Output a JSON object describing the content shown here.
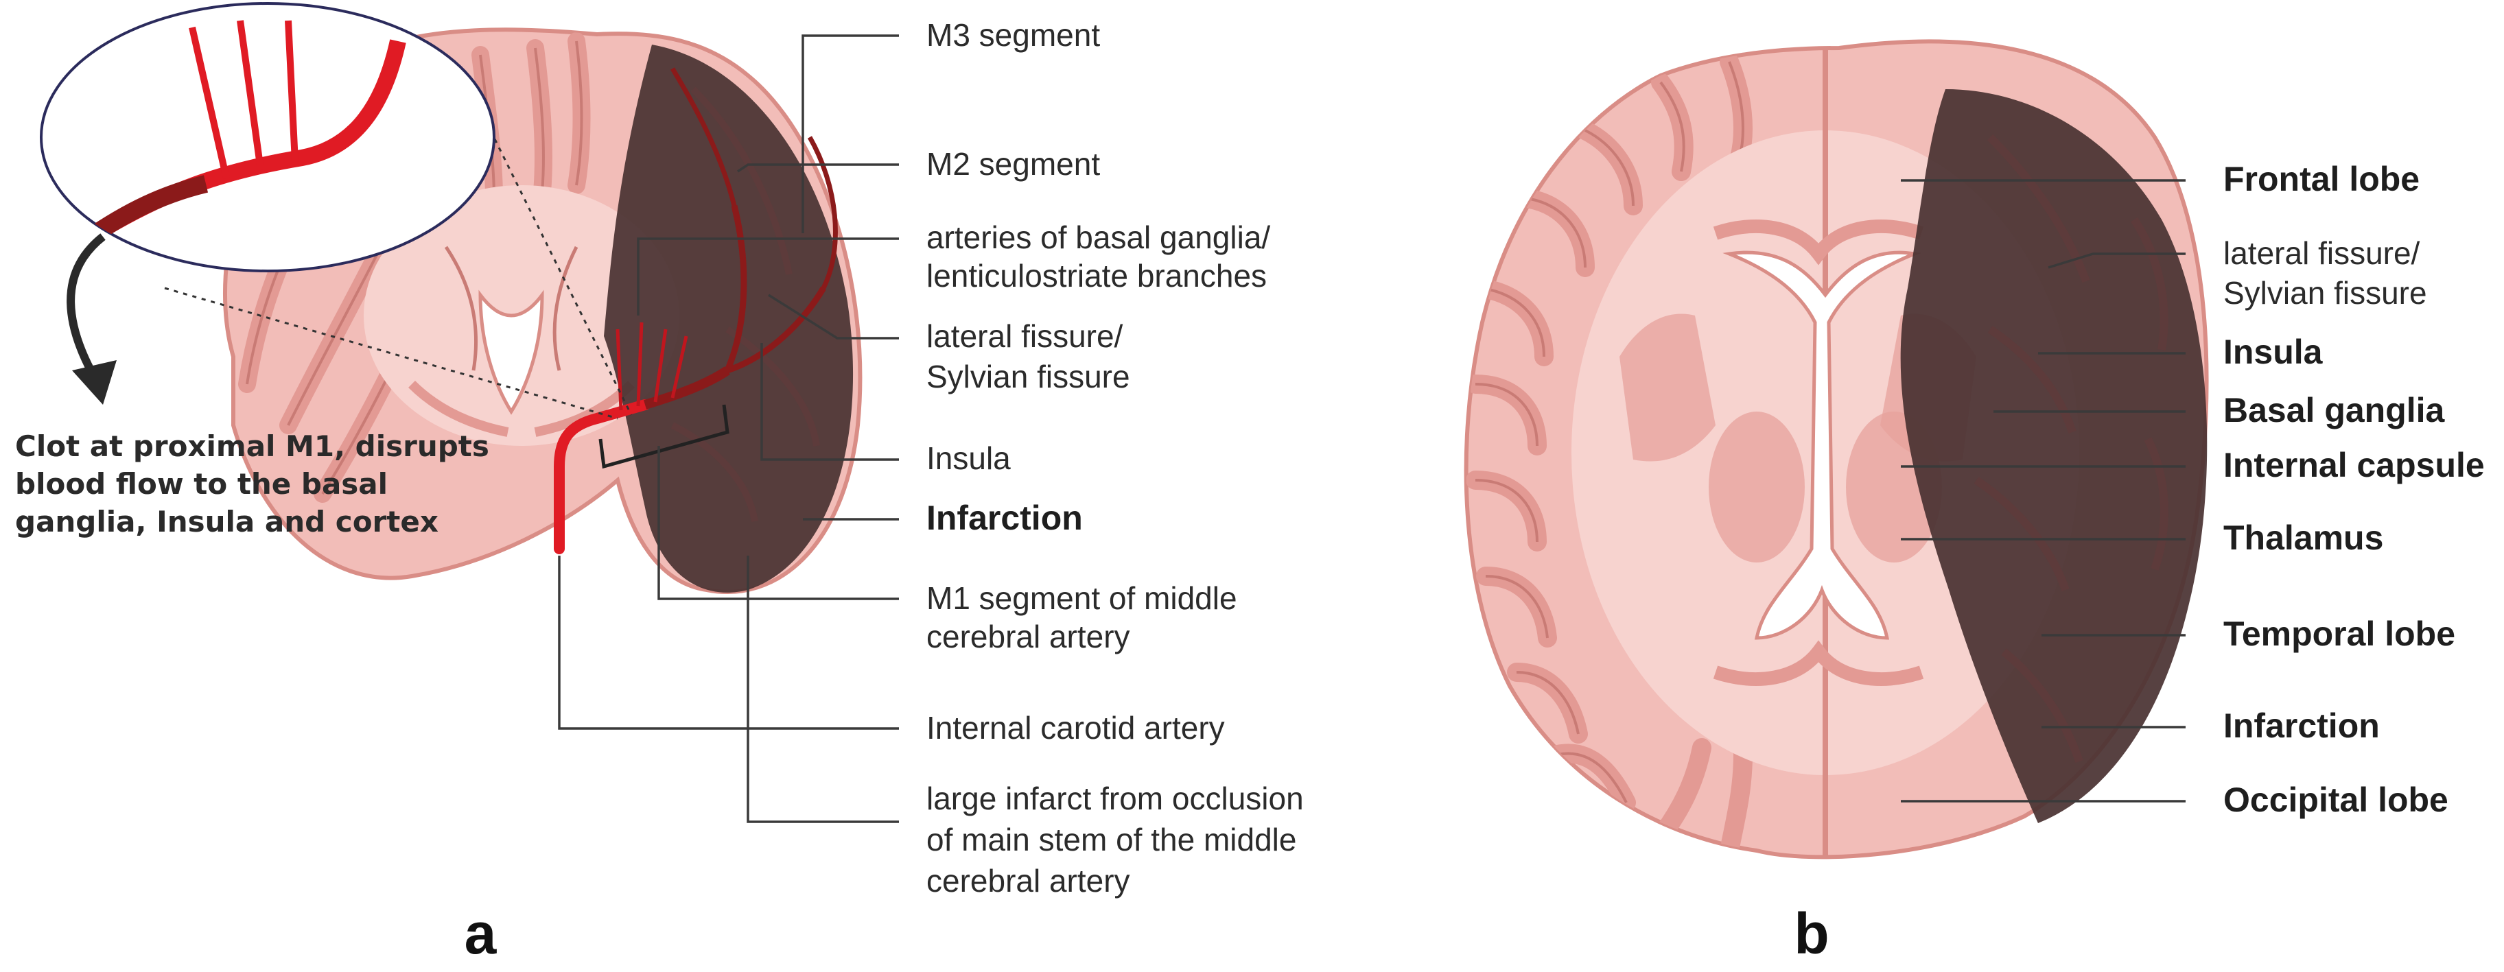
{
  "panel_a": {
    "letter": "a",
    "clot_note": [
      "Clot at proximal M1, disrupts",
      "blood    flow    to    the    basal",
      "ganglia, Insula and cortex"
    ],
    "labels": {
      "m3": "M3 segment",
      "m2": "M2 segment",
      "basal_arteries": [
        "arteries of basal ganglia/",
        "lenticulostriate branches"
      ],
      "lateral_fissure": [
        "lateral fissure/",
        "Sylvian fissure"
      ],
      "insula": "Insula",
      "infarction": "Infarction",
      "m1": [
        "M1 segment of middle",
        "cerebral artery"
      ],
      "ica": "Internal carotid artery",
      "large_infarct": [
        "large infarct from occlusion",
        "of main stem of the middle",
        "cerebral artery"
      ]
    }
  },
  "panel_b": {
    "letter": "b",
    "labels": {
      "frontal": "Frontal lobe",
      "lateral_fissure": [
        "lateral fissure/",
        "Sylvian fissure"
      ],
      "insula": "Insula",
      "basal_ganglia": "Basal ganglia",
      "internal_capsule": "Internal capsule",
      "thalamus": "Thalamus",
      "temporal": "Temporal lobe",
      "infarction": "Infarction",
      "occipital": "Occipital lobe"
    }
  },
  "colors": {
    "brain_tissue": "#f2bdb8",
    "brain_outline": "#d98d86",
    "gyri_dark": "#e39a94",
    "white_matter": "#f7d3cf",
    "infarct": "#4a3333",
    "artery": "#e01b24",
    "artery_dark": "#8b1a1a"
  }
}
